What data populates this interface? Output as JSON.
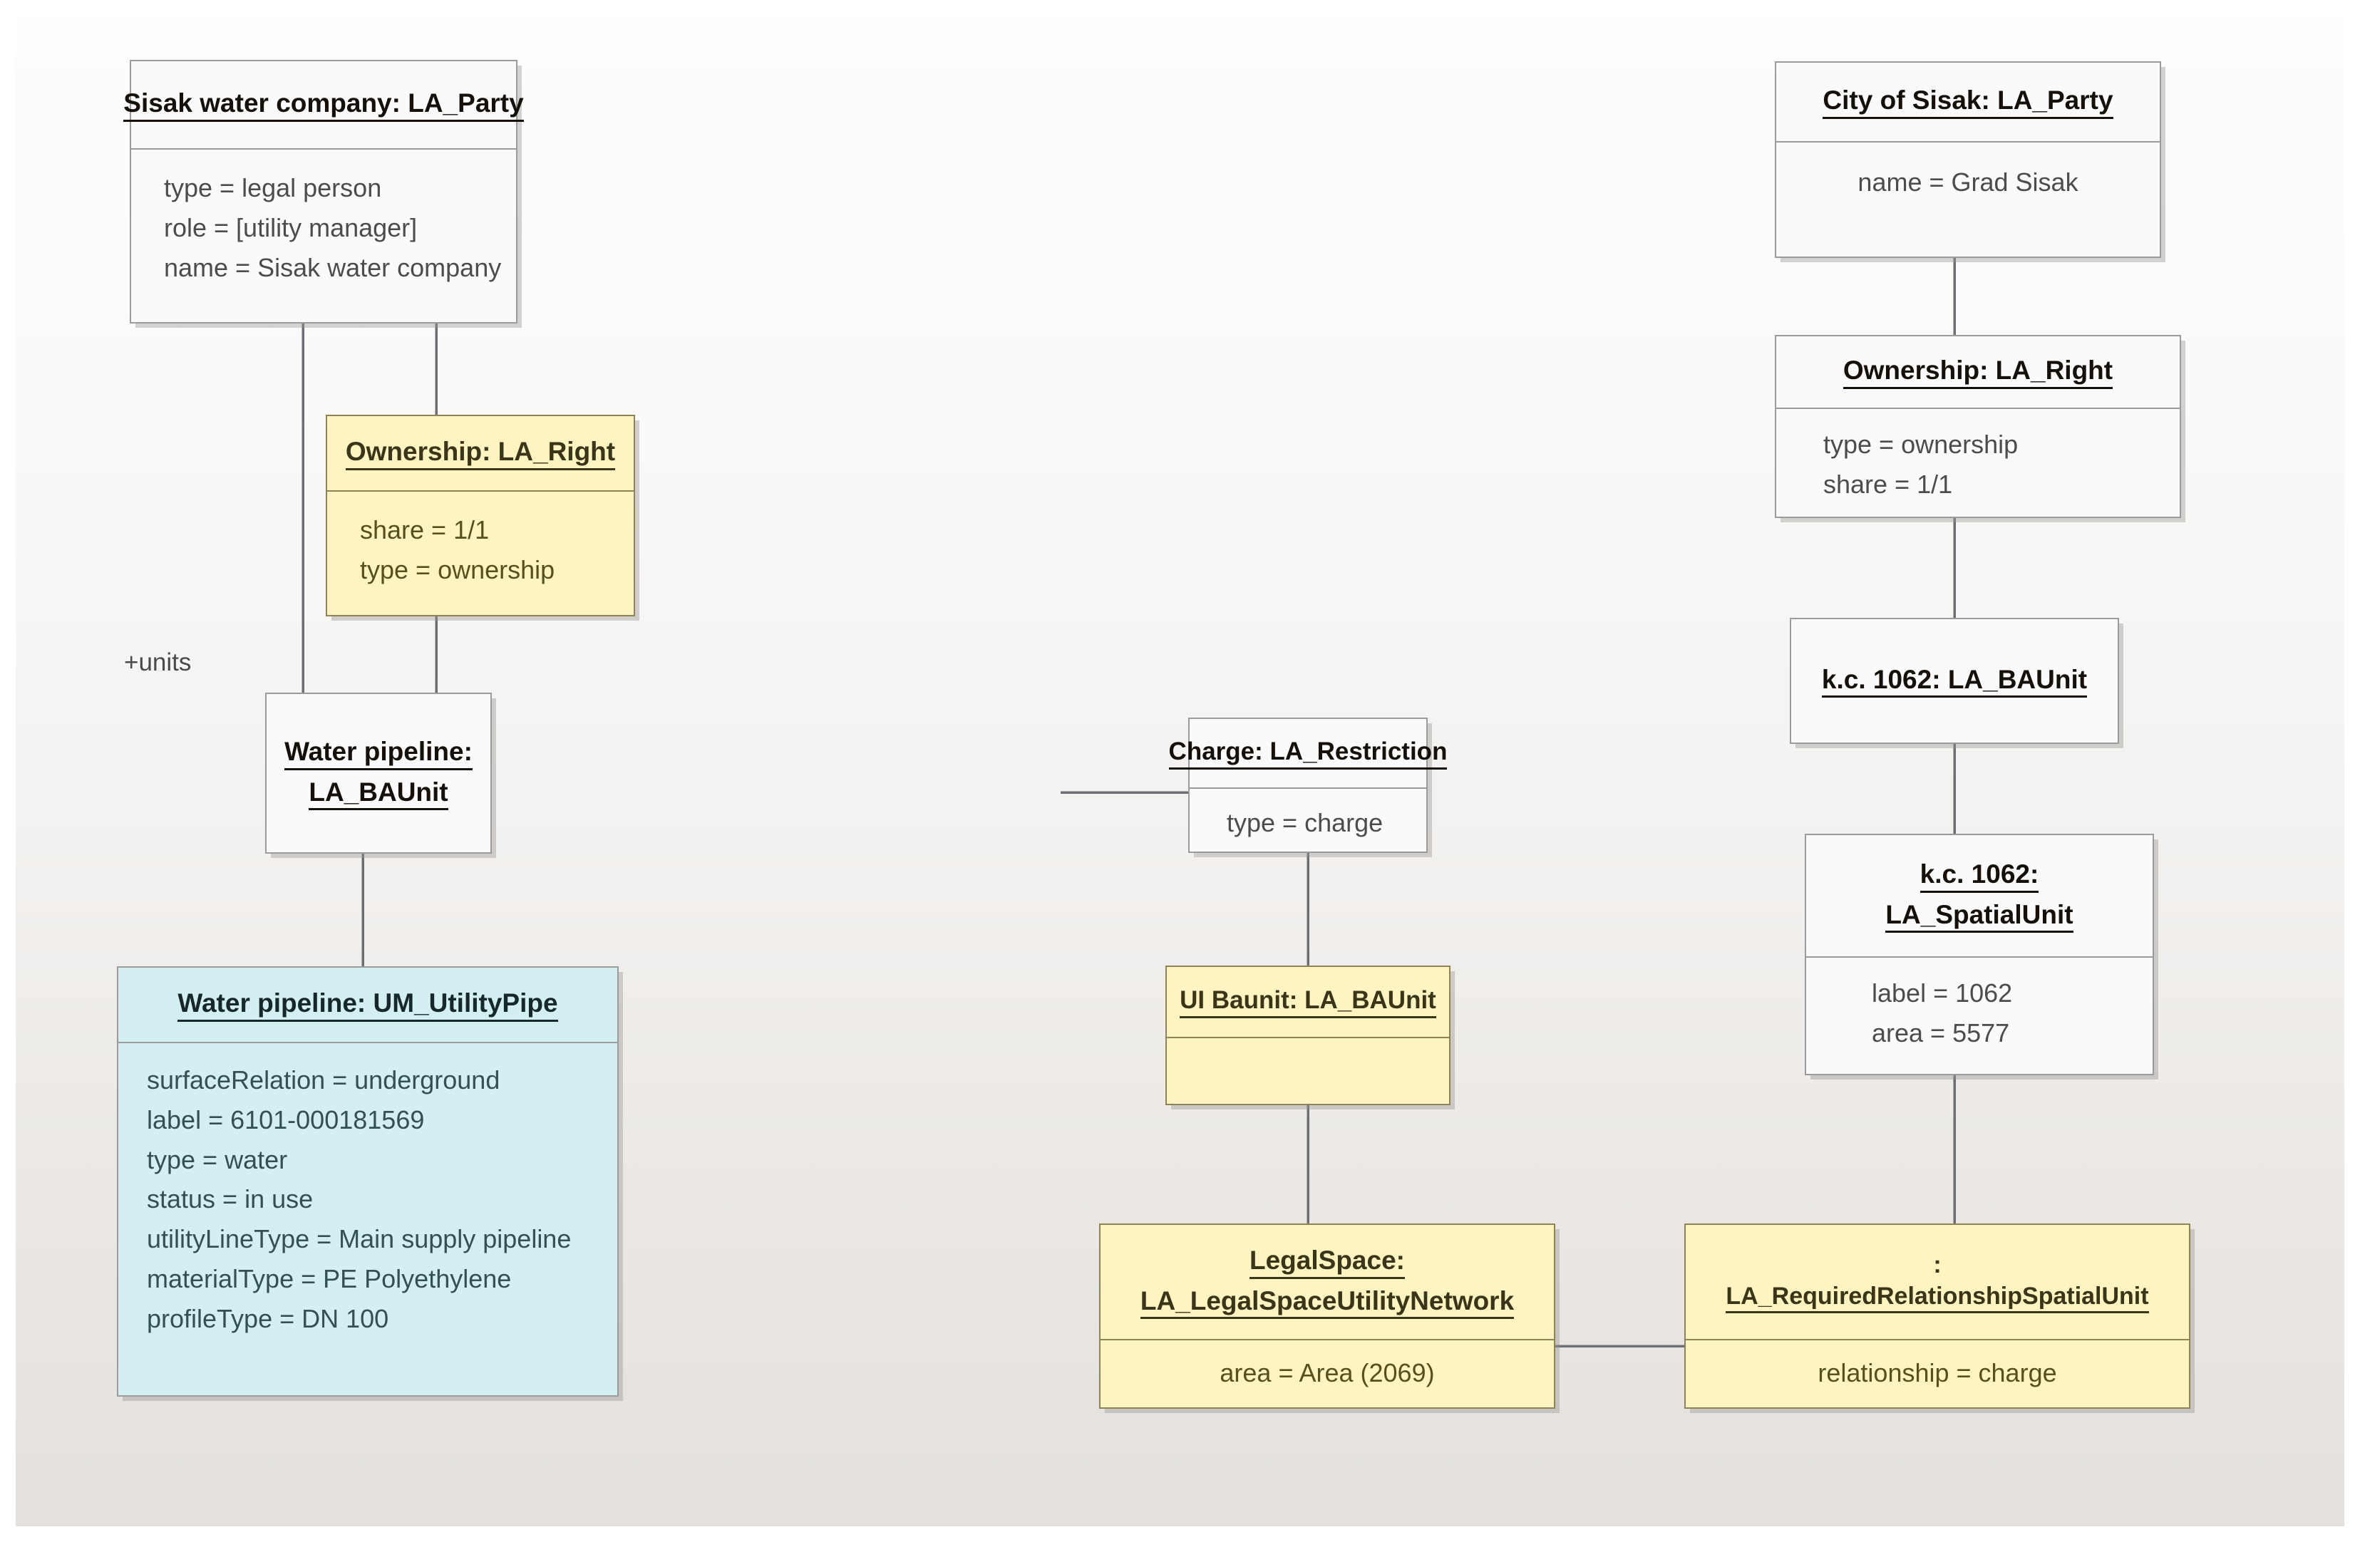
{
  "diagram": {
    "kind": "UML object diagram",
    "edge_labels": [
      {
        "id": "units",
        "text": "+units"
      }
    ]
  },
  "objects": {
    "sisak_water_company": {
      "title_lines": [
        "Sisak water company: LA_Party"
      ],
      "attributes": [
        "type = legal person",
        "role = [utility manager]",
        "name = Sisak water company"
      ],
      "fill": "#fafafa"
    },
    "ownership_left": {
      "title_lines": [
        "Ownership: LA_Right"
      ],
      "attributes": [
        "share = 1/1",
        "type = ownership"
      ],
      "fill": "#fdf4c1"
    },
    "water_pipeline_baunit": {
      "title_lines": [
        "Water pipeline:",
        "LA_BAUnit"
      ],
      "attributes": [],
      "fill": "#fafafa"
    },
    "water_pipeline_utilitypipe": {
      "title_lines": [
        "Water pipeline: UM_UtilityPipe"
      ],
      "attributes": [
        "surfaceRelation = underground",
        "label = 6101-000181569",
        "type = water",
        "status = in use",
        "utilityLineType = Main supply pipeline",
        "materialType = PE Polyethylene",
        "profileType = DN 100"
      ],
      "fill": "#d3eff1"
    },
    "charge_restriction": {
      "title_lines": [
        "Charge: LA_Restriction"
      ],
      "attributes": [
        "type = charge"
      ],
      "fill": "#fafafa"
    },
    "ui_baunit": {
      "title_lines": [
        "UI Baunit: LA_BAUnit"
      ],
      "attributes": [],
      "fill": "#fdf4c1"
    },
    "legal_space": {
      "title_lines": [
        "LegalSpace:",
        "LA_LegalSpaceUtilityNetwork"
      ],
      "attributes": [
        "area = Area (2069)"
      ],
      "fill": "#fdf4c1"
    },
    "required_relationship": {
      "title_lines": [
        ":",
        "LA_RequiredRelationshipSpatialUnit"
      ],
      "attributes": [
        "relationship = charge"
      ],
      "fill": "#fdf4c1"
    },
    "city_of_sisak": {
      "title_lines": [
        "City of Sisak: LA_Party"
      ],
      "attributes": [
        "name = Grad Sisak"
      ],
      "fill": "#fafafa"
    },
    "ownership_right": {
      "title_lines": [
        "Ownership: LA_Right"
      ],
      "attributes": [
        "type = ownership",
        "share = 1/1"
      ],
      "fill": "#fafafa"
    },
    "kc1062_baunit": {
      "title_lines": [
        "k.c. 1062: LA_BAUnit"
      ],
      "attributes": [],
      "fill": "#fafafa"
    },
    "kc1062_spatialunit": {
      "title_lines": [
        "k.c. 1062:",
        "LA_SpatialUnit"
      ],
      "attributes": [
        "label = 1062",
        "area = 5577"
      ],
      "fill": "#fafafa"
    }
  },
  "colors": {
    "box_white": "#fafafa",
    "box_yellow": "#fdf4c1",
    "box_cyan": "#d3eff1",
    "border_grey": "#9b9b9b",
    "border_olive": "#8d8357",
    "connector": "#6d6d74",
    "canvas_top": "#fdfdfd",
    "canvas_bottom": "#e3e0dd"
  }
}
